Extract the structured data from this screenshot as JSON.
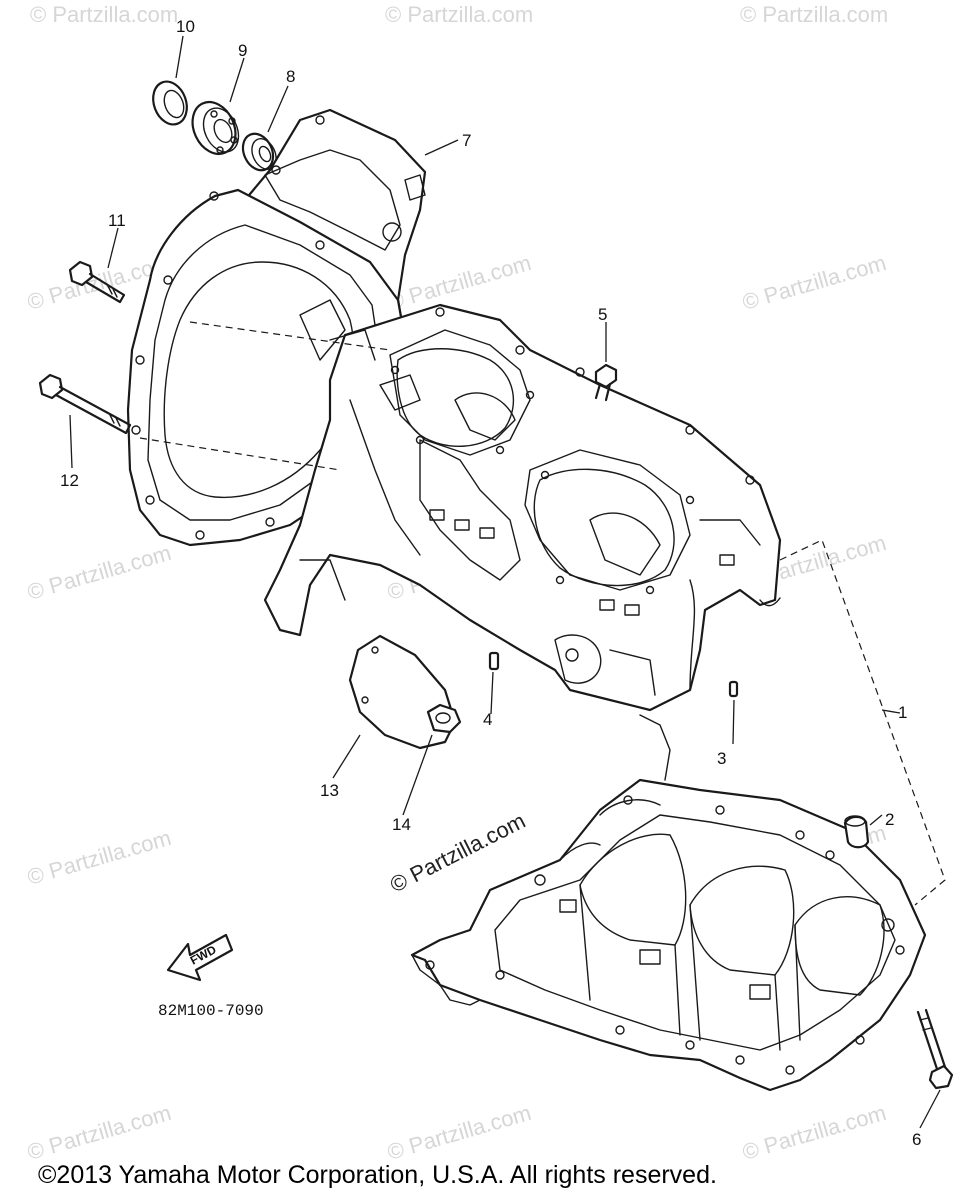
{
  "watermark": "© Partzilla.com",
  "watermark_center": "© Partzilla.com",
  "diagram_code": "82M100-7090",
  "front_arrow_label": "FWD",
  "copyright": "©2013 Yamaha Motor Corporation, U.S.A. All rights reserved.",
  "callouts": [
    "1",
    "2",
    "3",
    "4",
    "5",
    "6",
    "7",
    "8",
    "9",
    "10",
    "11",
    "12",
    "13",
    "14"
  ]
}
